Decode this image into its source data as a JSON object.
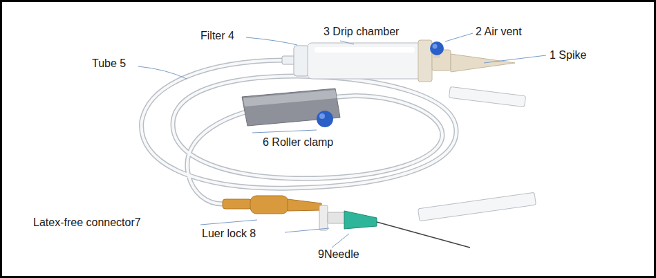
{
  "diagram": {
    "labels": [
      "Filter 4",
      "3 Drip chamber",
      "2 Air vent",
      "1 Spike",
      "Tube 5",
      "6 Roller clamp",
      "Latex-free connector7",
      "Luer lock 8",
      "9Needle"
    ]
  }
}
